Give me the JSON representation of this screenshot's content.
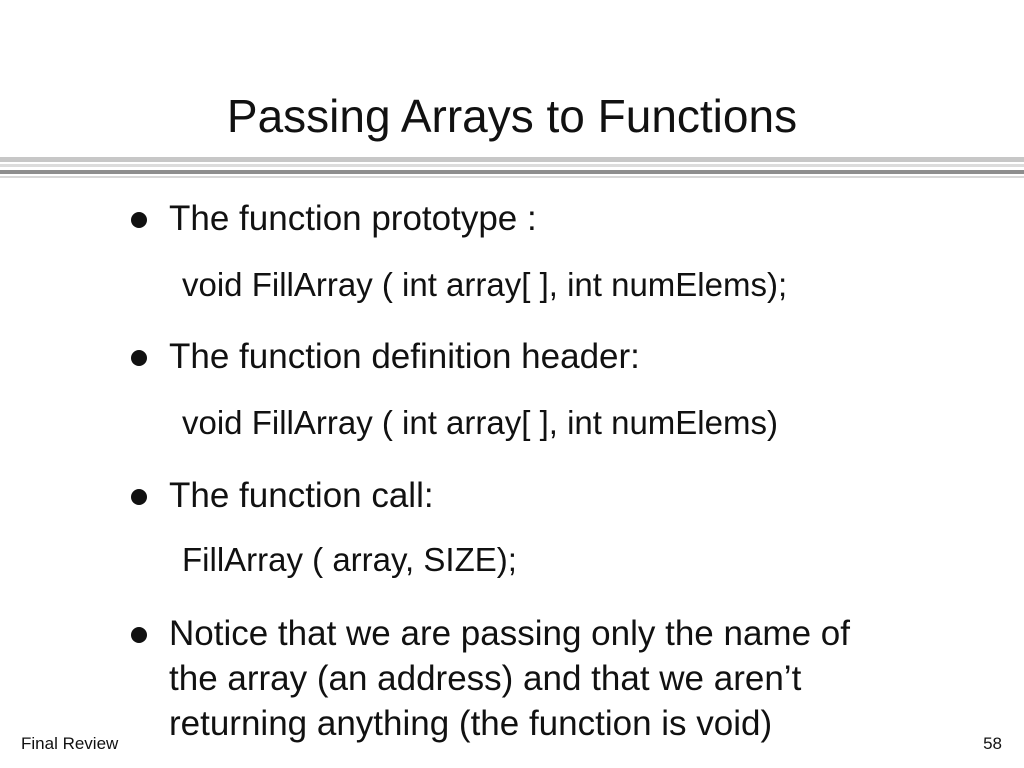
{
  "slide": {
    "title": "Passing Arrays to Functions",
    "bullets": [
      {
        "text": "The function prototype :",
        "code": "void FillArray ( int array[ ], int numElems);"
      },
      {
        "text": "The function definition header:",
        "code": "void FillArray ( int array[ ], int numElems)"
      },
      {
        "text": "The function call:",
        "code": "FillArray ( array, SIZE);"
      },
      {
        "lines": [
          "Notice that we are passing only the name of",
          "the array (an address) and that we aren’t",
          "returning anything (the function is void)"
        ]
      }
    ]
  },
  "footer": {
    "left": "Final Review",
    "right": "58"
  },
  "colors": {
    "text": "#111111",
    "background": "#ffffff",
    "rule_dark": "#8e8e8e",
    "rule_light": "#c7c7c7"
  }
}
